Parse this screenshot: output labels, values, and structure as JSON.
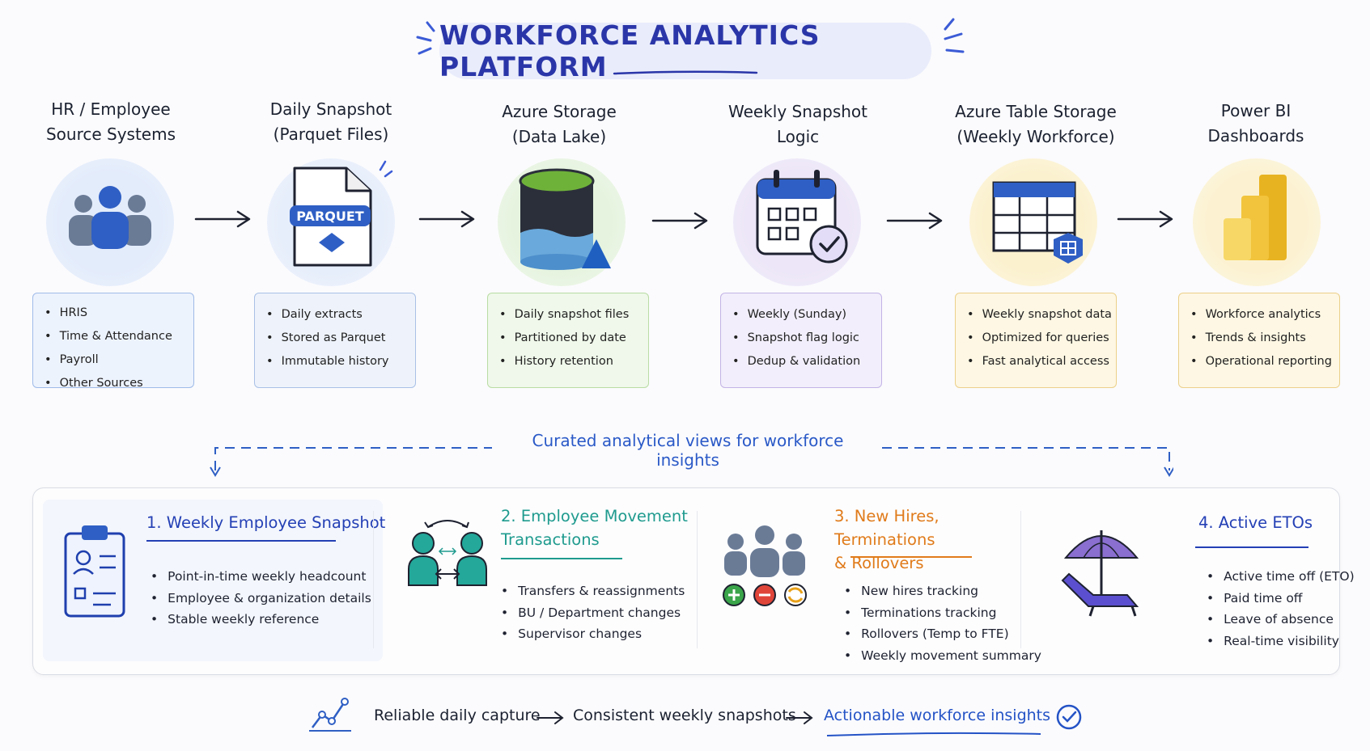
{
  "title": "WORKFORCE ANALYTICS PLATFORM",
  "stages": [
    {
      "title": "HR / Employee\nSource Systems",
      "icon": "people-group-icon",
      "color": "#4a78d6",
      "items": [
        "HRIS",
        "Time & Attendance",
        "Payroll",
        "Other Sources"
      ]
    },
    {
      "title": "Daily Snapshot\n(Parquet Files)",
      "icon": "parquet-file-icon",
      "color": "#4a78d6",
      "badge": "PARQUET",
      "items": [
        "Daily extracts",
        "Stored as Parquet",
        "Immutable history"
      ]
    },
    {
      "title": "Azure Storage\n(Data Lake)",
      "icon": "azure-data-lake-icon",
      "color": "#6ab04c",
      "items": [
        "Daily snapshot files",
        "Partitioned by date",
        "History retention"
      ]
    },
    {
      "title": "Weekly Snapshot\nLogic",
      "icon": "calendar-check-icon",
      "color": "#8a6fd0",
      "items": [
        "Weekly (Sunday)",
        "Snapshot flag logic",
        "Dedup & validation"
      ]
    },
    {
      "title": "Azure Table Storage\n(Weekly Workforce)",
      "icon": "table-storage-icon",
      "color": "#e2b23a",
      "items": [
        "Weekly snapshot data",
        "Optimized for queries",
        "Fast analytical access"
      ]
    },
    {
      "title": "Power BI\nDashboards",
      "icon": "power-bi-icon",
      "color": "#e2b23a",
      "items": [
        "Workforce analytics",
        "Trends & insights",
        "Operational reporting"
      ]
    }
  ],
  "curated_caption": "Curated analytical views for workforce insights",
  "views": [
    {
      "title": "1. Weekly Employee Snapshot",
      "color": "#2440b5",
      "icon": "clipboard-profile-icon",
      "items": [
        "Point-in-time weekly headcount",
        "Employee & organization details",
        "Stable weekly reference"
      ]
    },
    {
      "title": "2. Employee Movement\nTransactions",
      "color": "#1f9b8e",
      "icon": "people-exchange-icon",
      "items": [
        "Transfers & reassignments",
        "BU / Department changes",
        "Supervisor changes"
      ]
    },
    {
      "title": "3. New Hires, Terminations\n& Rollovers",
      "color": "#e07b1a",
      "icon": "hire-terminate-rollover-icon",
      "items": [
        "New hires tracking",
        "Terminations tracking",
        "Rollovers (Temp to FTE)",
        "Weekly movement summary"
      ]
    },
    {
      "title": "4. Active ETOs",
      "color": "#2440b5",
      "icon": "beach-umbrella-icon",
      "items": [
        "Active time off (ETO)",
        "Paid time off",
        "Leave of absence",
        "Real-time visibility"
      ]
    }
  ],
  "footer": {
    "icon": "trend-chart-icon",
    "step1": "Reliable daily capture",
    "step2": "Consistent weekly snapshots",
    "step3": "Actionable workforce insights",
    "end_icon": "check-circle-icon"
  }
}
